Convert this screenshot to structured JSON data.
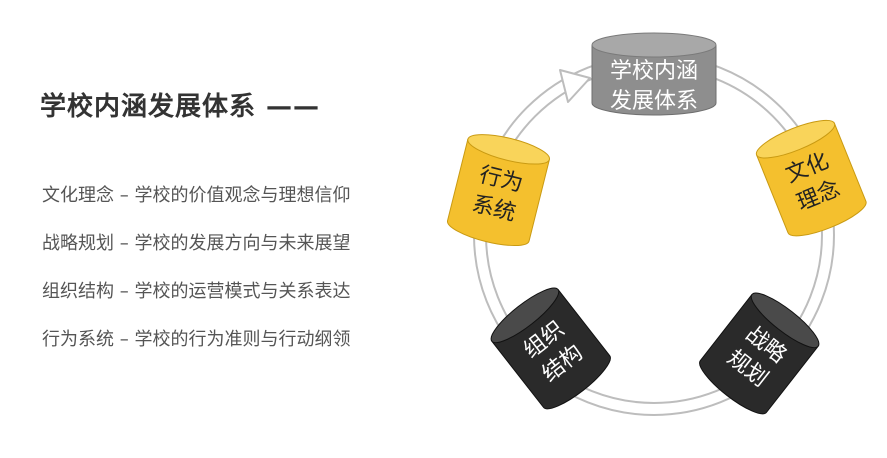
{
  "title": "学校内涵发展体系 ——",
  "items": [
    "文化理念 – 学校的价值观念与理想信仰",
    "战略规划 – 学校的发展方向与未来展望",
    "组织结构 – 学校的运营模式与关系表达",
    "行为系统 – 学校的行为准则与行动纲领"
  ],
  "diagram": {
    "top": {
      "line1": "学校内涵",
      "line2": "发展体系"
    },
    "right_top": {
      "line1": "文化",
      "line2": "理念"
    },
    "right_bottom": {
      "line1": "战略",
      "line2": "规划"
    },
    "left_bottom": {
      "line1": "组织",
      "line2": "结构"
    },
    "left_top": {
      "line1": "行为",
      "line2": "系统"
    }
  },
  "colors": {
    "gray": "#8e8e8e",
    "yellow": "#f4c02e",
    "black": "#2a2a2a"
  }
}
